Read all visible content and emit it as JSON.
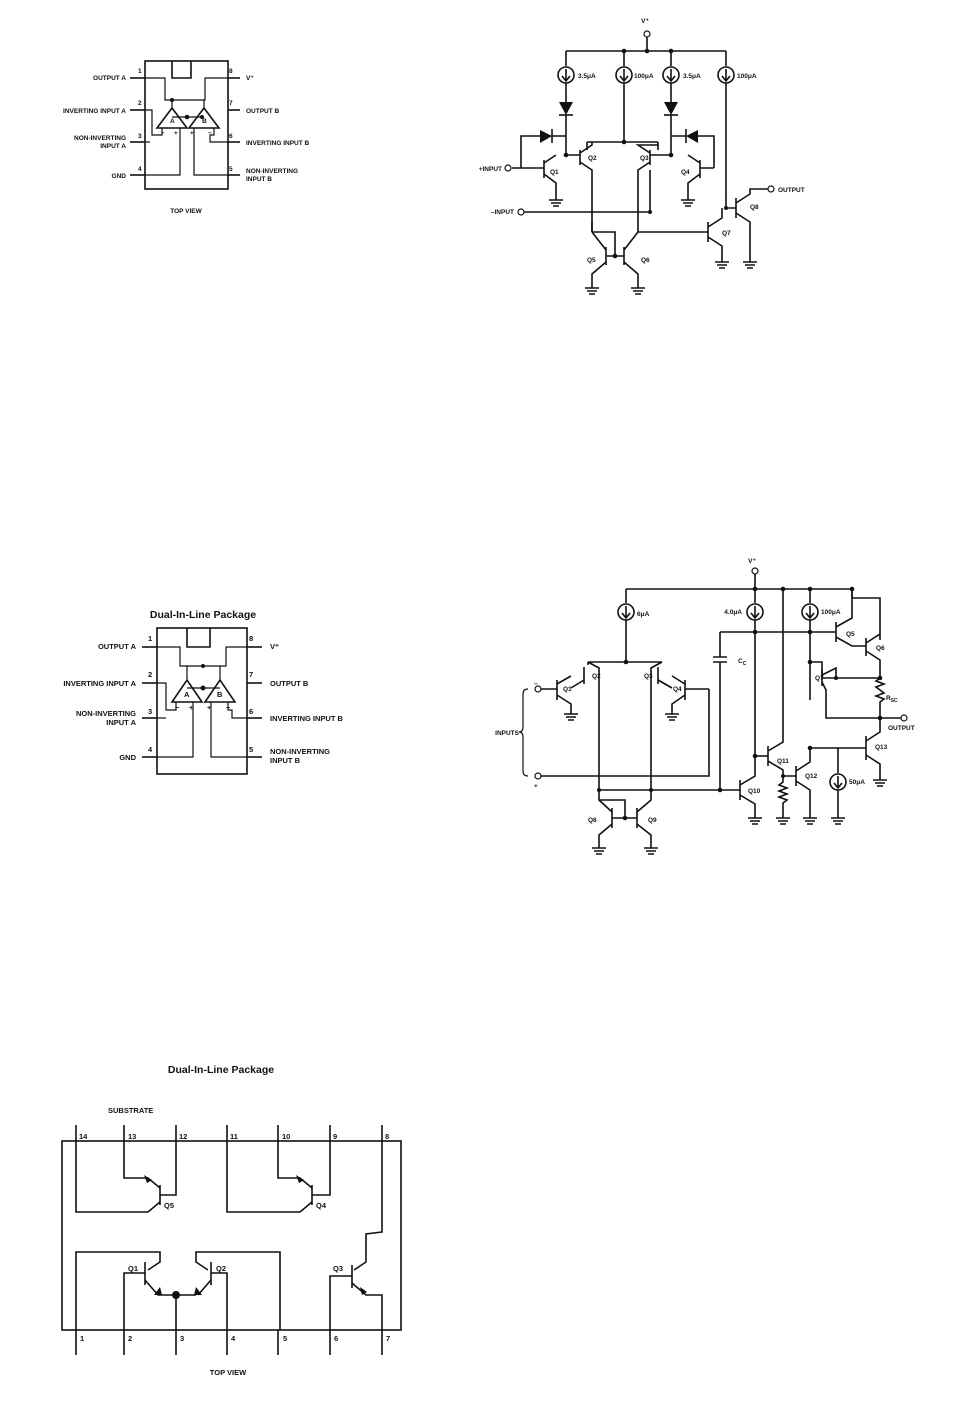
{
  "diagram1": {
    "pins": [
      {
        "num": "1",
        "label": "OUTPUT A"
      },
      {
        "num": "2",
        "label": "INVERTING INPUT A"
      },
      {
        "num": "3",
        "label_1": "NON-INVERTING",
        "label_2": "INPUT A"
      },
      {
        "num": "4",
        "label": "GND"
      },
      {
        "num": "5",
        "label_1": "NON-INVERTING",
        "label_2": "INPUT B"
      },
      {
        "num": "6",
        "label": "INVERTING INPUT B"
      },
      {
        "num": "7",
        "label": "OUTPUT B"
      },
      {
        "num": "8",
        "label": "V⁺"
      }
    ],
    "amp_a": "A",
    "amp_b": "B",
    "plus": "+",
    "minus": "−",
    "caption": "TOP VIEW"
  },
  "schematic1": {
    "vplus": "V⁺",
    "currents": [
      "3.5μA",
      "100μA",
      "3.5μA",
      "100μA"
    ],
    "plus_input": "+INPUT",
    "minus_input": "–INPUT",
    "output": "OUTPUT",
    "transistors": [
      "Q1",
      "Q2",
      "Q3",
      "Q4",
      "Q5",
      "Q6",
      "Q7",
      "Q8"
    ]
  },
  "diagram2": {
    "title": "Dual-In-Line Package",
    "pins": [
      {
        "num": "1",
        "label": "OUTPUT A"
      },
      {
        "num": "2",
        "label": "INVERTING INPUT A"
      },
      {
        "num": "3",
        "label_1": "NON-INVERTING",
        "label_2": "INPUT A"
      },
      {
        "num": "4",
        "label": "GND"
      },
      {
        "num": "5",
        "label_1": "NON-INVERTING",
        "label_2": "INPUT B"
      },
      {
        "num": "6",
        "label": "INVERTING INPUT B"
      },
      {
        "num": "7",
        "label": "OUTPUT B"
      },
      {
        "num": "8",
        "label": "V⁺"
      }
    ],
    "amp_a": "A",
    "amp_b": "B",
    "plus": "+",
    "minus": "−"
  },
  "schematic2": {
    "vplus": "V⁺",
    "currents": [
      "6μA",
      "4.0μA",
      "100μA",
      "50μA"
    ],
    "cap": "C",
    "cap_sub": "C",
    "rsc": "R",
    "rsc_sub": "SC",
    "inputs": "INPUTS",
    "minus": "−",
    "plus": "+",
    "output": "OUTPUT",
    "transistors": [
      "Q1",
      "Q2",
      "Q3",
      "Q4",
      "Q5",
      "Q6",
      "Q7",
      "Q8",
      "Q9",
      "Q10",
      "Q11",
      "Q12",
      "Q13"
    ]
  },
  "diagram3": {
    "title": "Dual-In-Line Package",
    "substrate": "SUBSTRATE",
    "top_pins": [
      "14",
      "13",
      "12",
      "11",
      "10",
      "9",
      "8"
    ],
    "bottom_pins": [
      "1",
      "2",
      "3",
      "4",
      "5",
      "6",
      "7"
    ],
    "transistors": [
      "Q5",
      "Q4",
      "Q1",
      "Q2",
      "Q3"
    ],
    "caption": "TOP VIEW"
  }
}
